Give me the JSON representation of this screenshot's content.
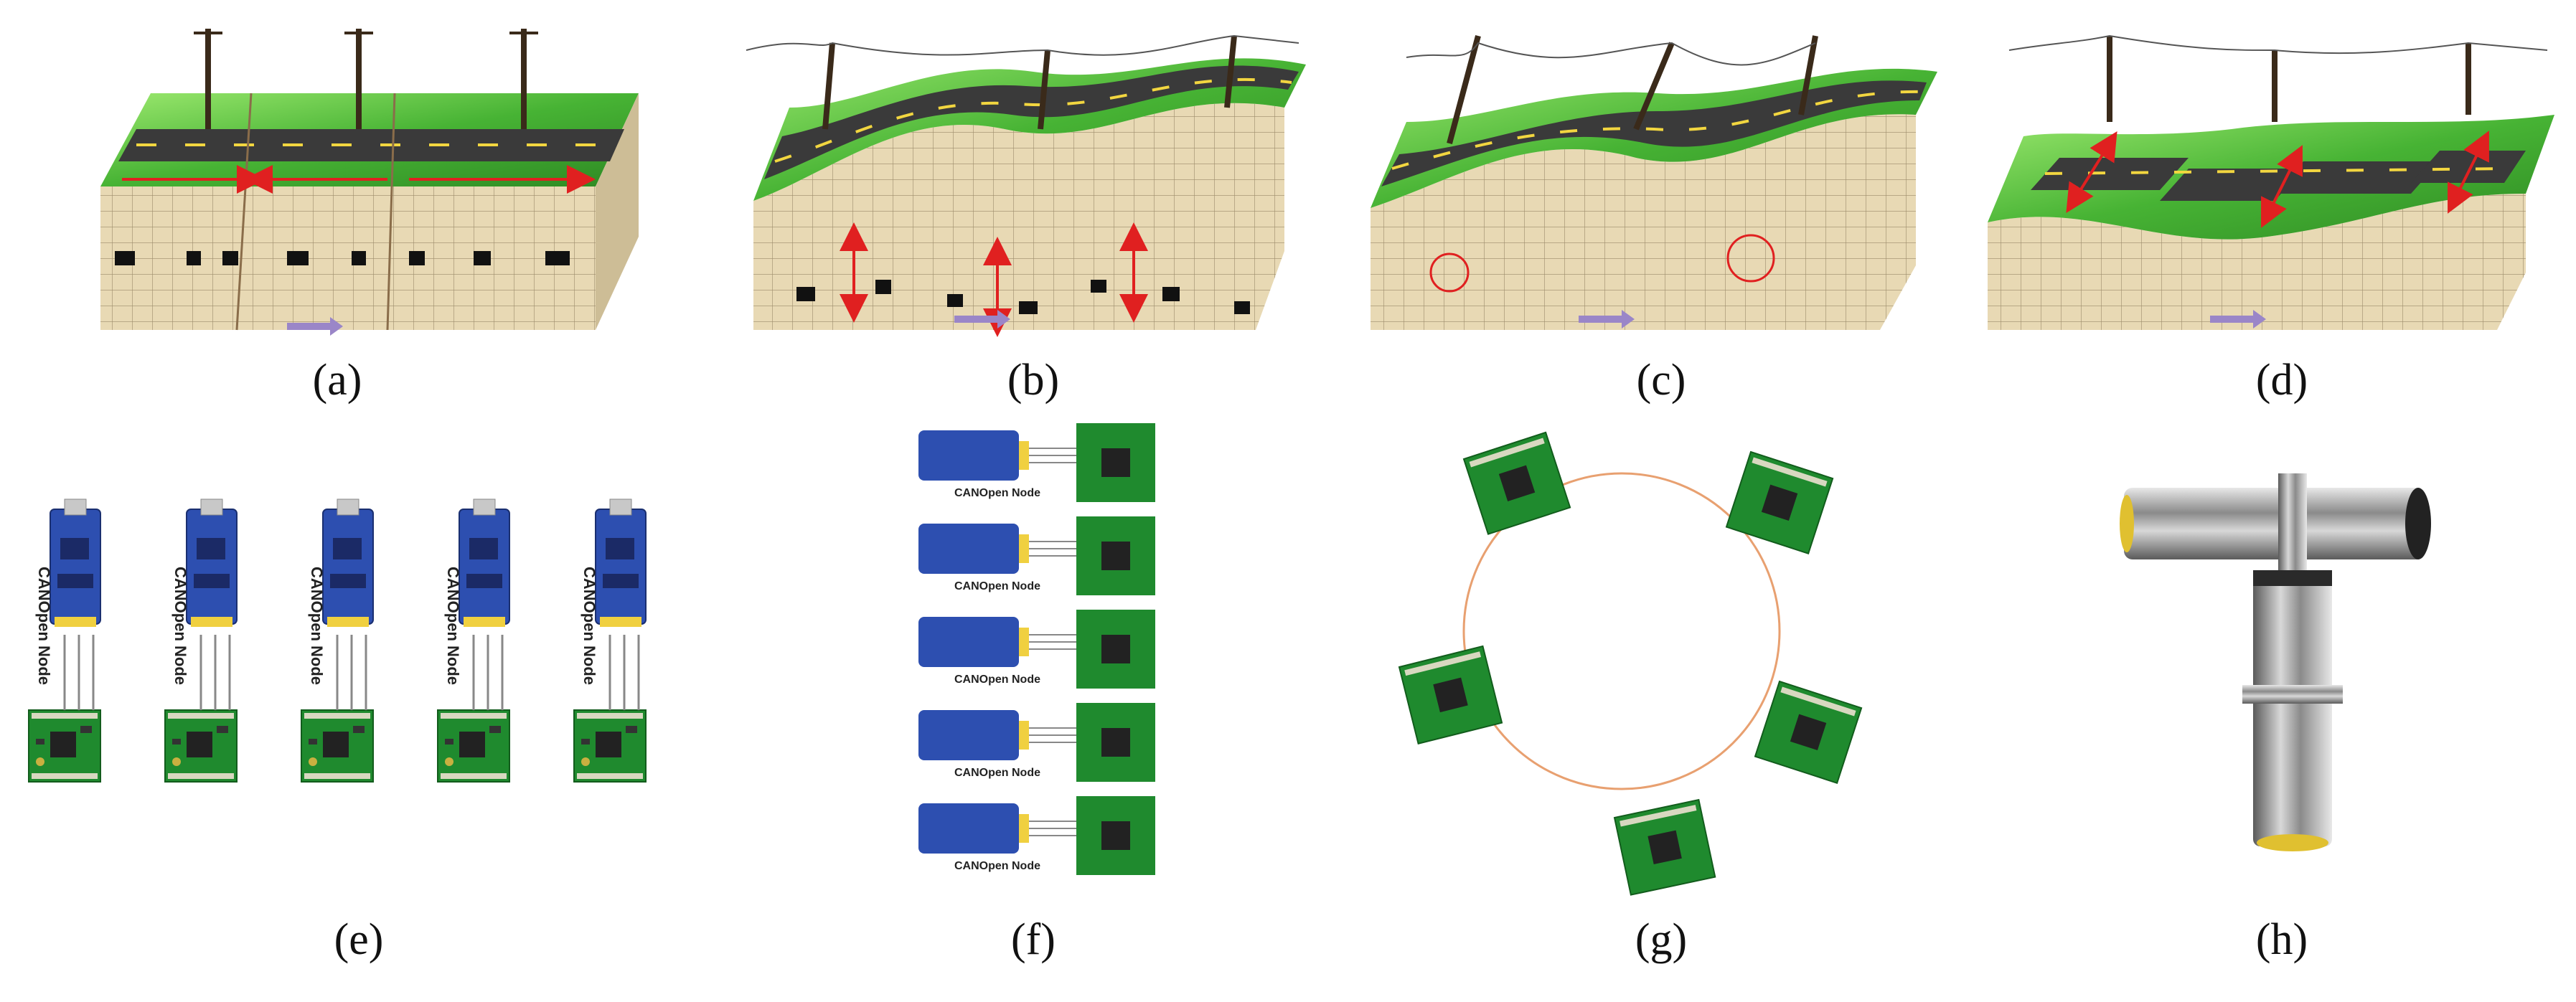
{
  "captions": {
    "a": "(a)",
    "b": "(b)",
    "c": "(c)",
    "d": "(d)",
    "e": "(e)",
    "f": "(f)",
    "g": "(g)",
    "h": "(h)"
  },
  "node_label": "CANOpen Node",
  "colors": {
    "grass": "#4fb83a",
    "grass_light": "#8fe26a",
    "road": "#3a3a3a",
    "road_line": "#f2d640",
    "soil": "#e8d9b4",
    "soil_grid": "#9c8c6a",
    "arrow_red": "#e02020",
    "arrow_purple": "#9a86c8",
    "pcb_green": "#1f8a2e",
    "pcb_blue": "#2d4fb0",
    "circle_orange": "#e8a070",
    "metal": "#a8a8a8"
  },
  "icons": [
    "power-pole-icon",
    "road-icon",
    "arrow-icon",
    "sensor-board-icon",
    "canopen-node-icon",
    "cylinder-sensor-icon"
  ]
}
